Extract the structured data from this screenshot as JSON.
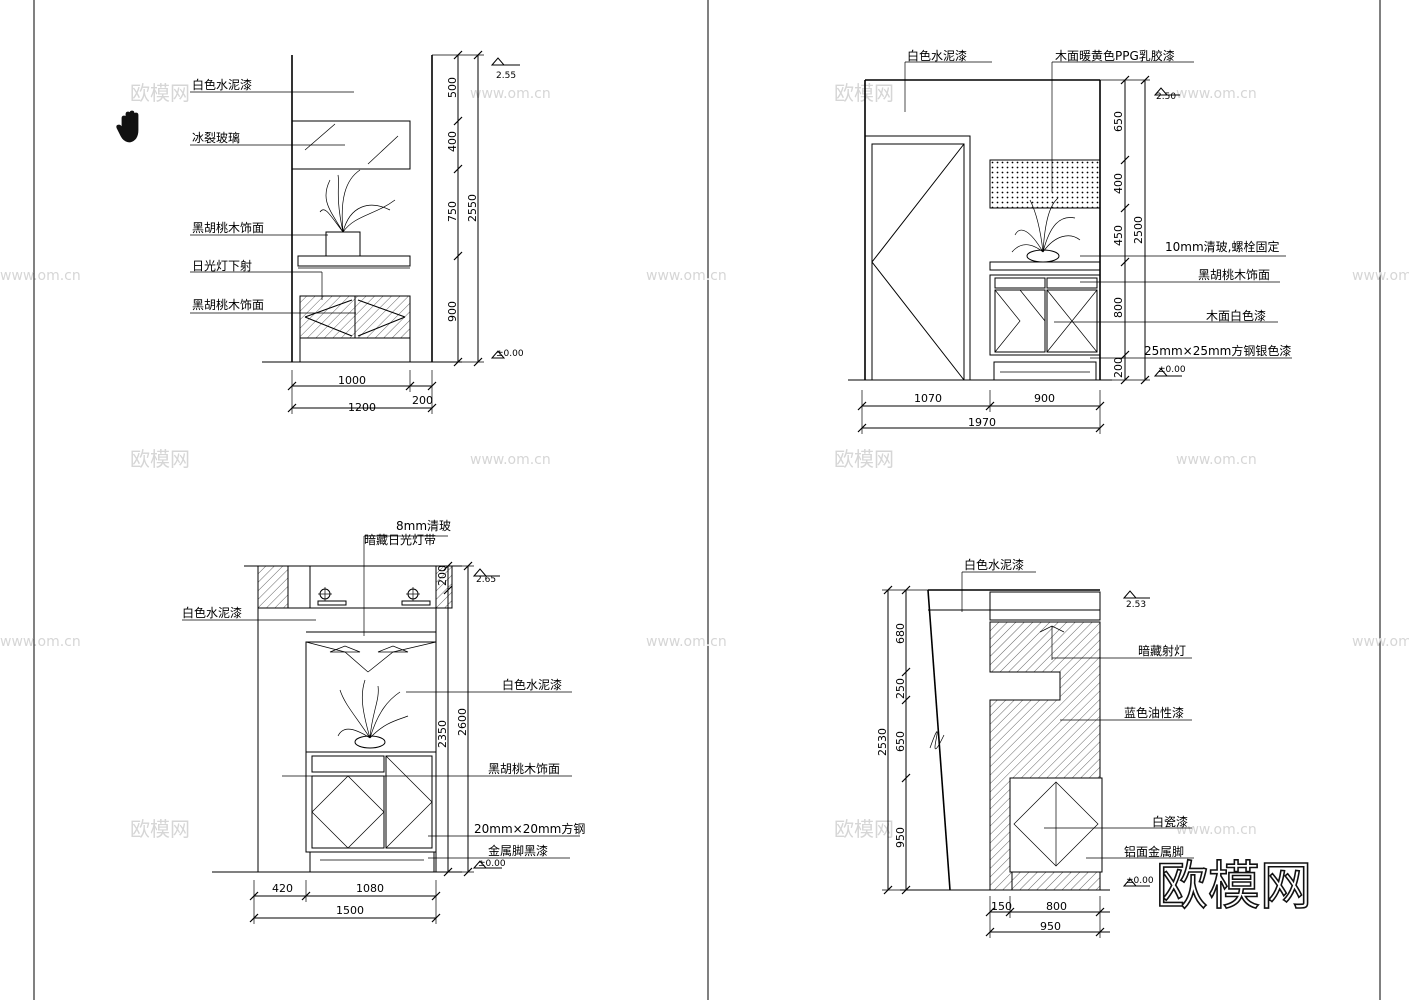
{
  "watermark": {
    "logo": "欧模网",
    "url": "www.om.cn"
  },
  "brand_logo": "欧模网",
  "panel_top_left": {
    "labels": [
      "白色水泥漆",
      "冰裂玻璃",
      "黑胡桃木饰面",
      "日光灯下射",
      "黑胡桃木饰面"
    ],
    "level_top": "2.55",
    "level_bottom": "±0.00",
    "dims_vertical": [
      "500",
      "400",
      "750",
      "900"
    ],
    "dim_total_vertical": "2550",
    "dims_horizontal": [
      "1000",
      "200"
    ],
    "dim_total_horizontal": "1200"
  },
  "panel_top_right": {
    "labels": [
      "白色水泥漆",
      "木面暖黄色PPG乳胶漆",
      "10mm清玻,螺栓固定",
      "黑胡桃木饰面",
      "木面白色漆",
      "25mm×25mm方钢银色漆"
    ],
    "level_top": "2.50",
    "level_bottom": "±0.00",
    "dims_vertical": [
      "650",
      "400",
      "450",
      "800",
      "200"
    ],
    "dim_total_vertical": "2500",
    "dims_horizontal": [
      "1070",
      "900"
    ],
    "dim_total_horizontal": "1970"
  },
  "panel_bottom_left": {
    "labels": [
      "8mm清玻",
      "暗藏日光灯带",
      "白色水泥漆",
      "白色水泥漆",
      "黑胡桃木饰面",
      "20mm×20mm方钢",
      "金属脚黑漆"
    ],
    "level_top": "2.65",
    "level_bottom": "±0.00",
    "dims_vertical": [
      "200",
      "2350"
    ],
    "dim_total_vertical": "2600",
    "dims_horizontal": [
      "420",
      "1080"
    ],
    "dim_total_horizontal": "1500"
  },
  "panel_bottom_right": {
    "labels": [
      "白色水泥漆",
      "暗藏射灯",
      "蓝色油性漆",
      "白瓷漆",
      "铝面金属脚"
    ],
    "level_top": "2.53",
    "level_bottom": "±0.00",
    "dims_vertical": [
      "680",
      "250",
      "650",
      "950"
    ],
    "dim_total_vertical": "2530",
    "dims_horizontal": [
      "150",
      "800"
    ],
    "dim_total_horizontal": "950"
  }
}
